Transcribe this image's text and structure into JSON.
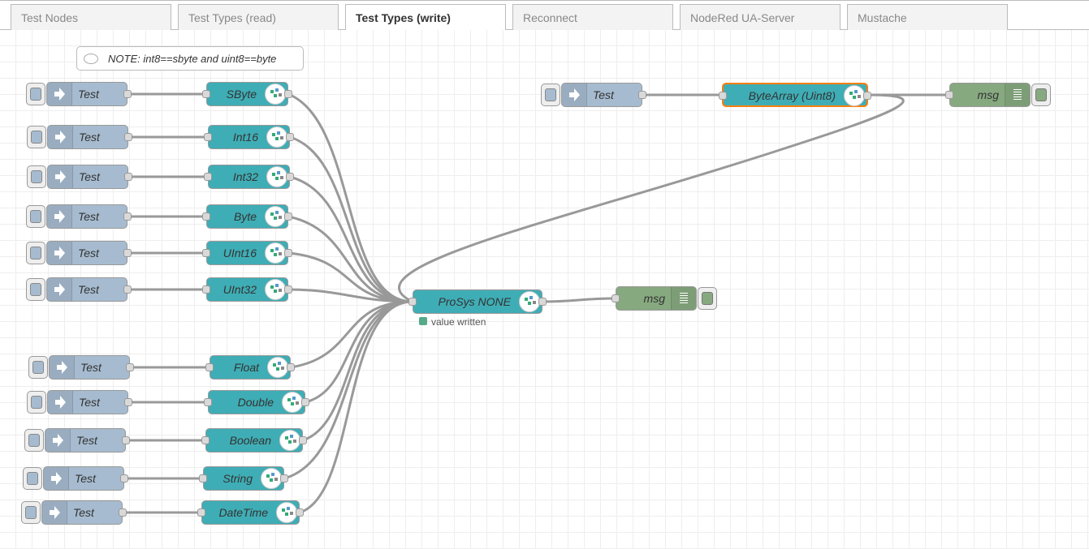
{
  "tabs": [
    {
      "label": "Test Nodes",
      "active": false
    },
    {
      "label": "Test Types (read)",
      "active": false
    },
    {
      "label": "Test Types (write)",
      "active": true
    },
    {
      "label": "Reconnect",
      "active": false
    },
    {
      "label": "NodeRed UA-Server",
      "active": false
    },
    {
      "label": "Mustache",
      "active": false
    }
  ],
  "comment": {
    "text": "NOTE: int8==sbyte and uint8==byte"
  },
  "inject_nodes": [
    {
      "label": "Test"
    },
    {
      "label": "Test"
    },
    {
      "label": "Test"
    },
    {
      "label": "Test"
    },
    {
      "label": "Test"
    },
    {
      "label": "Test"
    },
    {
      "label": "Test"
    },
    {
      "label": "Test"
    },
    {
      "label": "Test"
    },
    {
      "label": "Test"
    },
    {
      "label": "Test"
    },
    {
      "label": "Test"
    }
  ],
  "opcua_item_nodes": [
    {
      "label": "SByte"
    },
    {
      "label": "Int16"
    },
    {
      "label": "Int32"
    },
    {
      "label": "Byte"
    },
    {
      "label": "UInt16"
    },
    {
      "label": "UInt32"
    },
    {
      "label": "Float"
    },
    {
      "label": "Double"
    },
    {
      "label": "Boolean"
    },
    {
      "label": "String"
    },
    {
      "label": "DateTime"
    },
    {
      "label": "ByteArray (Uint8)"
    }
  ],
  "client_node": {
    "label": "ProSys NONE",
    "status": "value written"
  },
  "debug_nodes": [
    {
      "label": "msg"
    },
    {
      "label": "msg"
    }
  ],
  "icons": {
    "inject": "arrow-right-icon",
    "opcua": "opc-ua-logo-icon",
    "debug": "list-icon",
    "comment": "speech-bubble-icon"
  },
  "colors": {
    "inject": "#a6bbcf",
    "opcua": "#3fadb5",
    "debug": "#87a980",
    "selected": "#ff7f0e"
  }
}
